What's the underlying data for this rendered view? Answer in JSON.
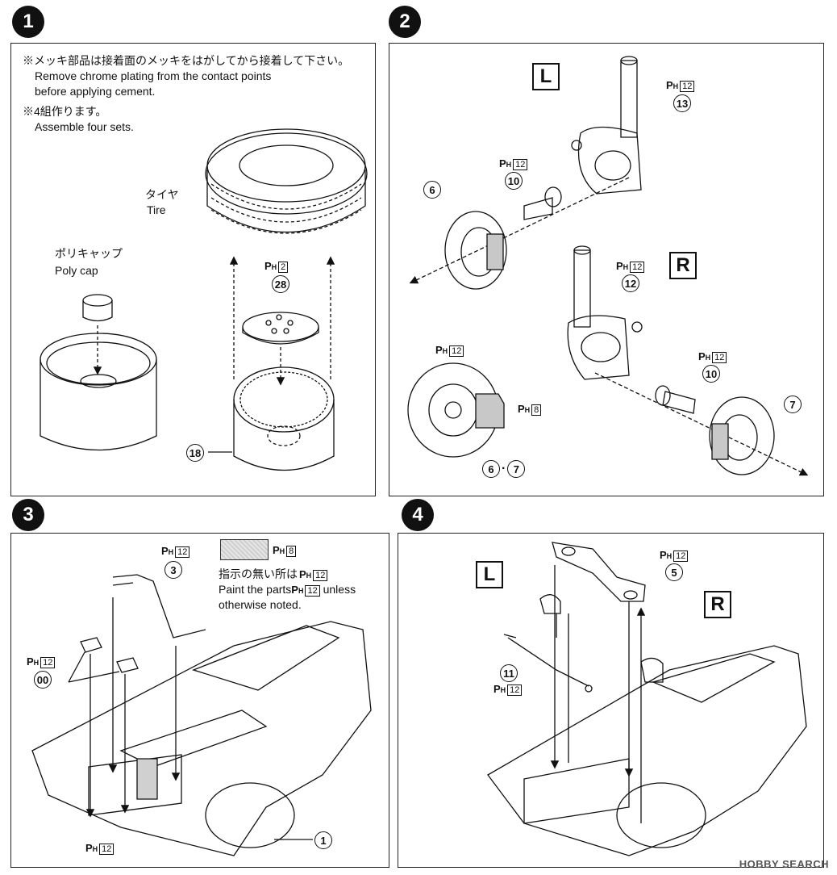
{
  "step1": {
    "number": "1",
    "note1_jp": "※メッキ部品は接着面のメッキをはがしてから接着して下さい。",
    "note1_en1": "Remove chrome plating from the contact points",
    "note1_en2": "before applying cement.",
    "note2_jp": "※4組作ります。",
    "note2_en": "Assemble four sets.",
    "tire_jp": "タイヤ",
    "tire_en": "Tire",
    "polycap_jp": "ポリキャップ",
    "polycap_en": "Poly cap",
    "part_28": "28",
    "part_28_color": "2",
    "part_18": "18"
  },
  "step2": {
    "number": "2",
    "left_label": "L",
    "right_label": "R",
    "part_13": "13",
    "part_13_color": "12",
    "part_10a": "10",
    "part_10a_color": "12",
    "part_6": "6",
    "part_12": "12",
    "part_12_color": "12",
    "part_10b": "10",
    "part_10b_color": "12",
    "part_7": "7",
    "disc_color": "12",
    "caliper_color": "8",
    "part_6_7_a": "6",
    "part_6_7_sep": "·",
    "part_6_7_b": "7"
  },
  "step3": {
    "number": "3",
    "part_3": "3",
    "part_3_color": "12",
    "swatch_color": "8",
    "paint_jp": "指示の無い所は",
    "paint_jp_color": "12",
    "paint_en1": "Paint the parts",
    "paint_en1_color": "12",
    "paint_en1_tail": "unless",
    "paint_en2": "otherwise noted.",
    "part_00": "00",
    "part_00_color": "12",
    "bottom_color": "12",
    "part_1": "1"
  },
  "step4": {
    "number": "4",
    "left_label": "L",
    "right_label": "R",
    "part_5": "5",
    "part_5_color": "12",
    "part_11": "11",
    "part_11_color": "12"
  },
  "ph_letters": {
    "p": "P",
    "h": "H"
  },
  "watermark": "HOBBY SEARCH",
  "colors": {
    "ink": "#111111",
    "caliper": "#c8c8c8",
    "panel_bg": "#ffffff"
  }
}
